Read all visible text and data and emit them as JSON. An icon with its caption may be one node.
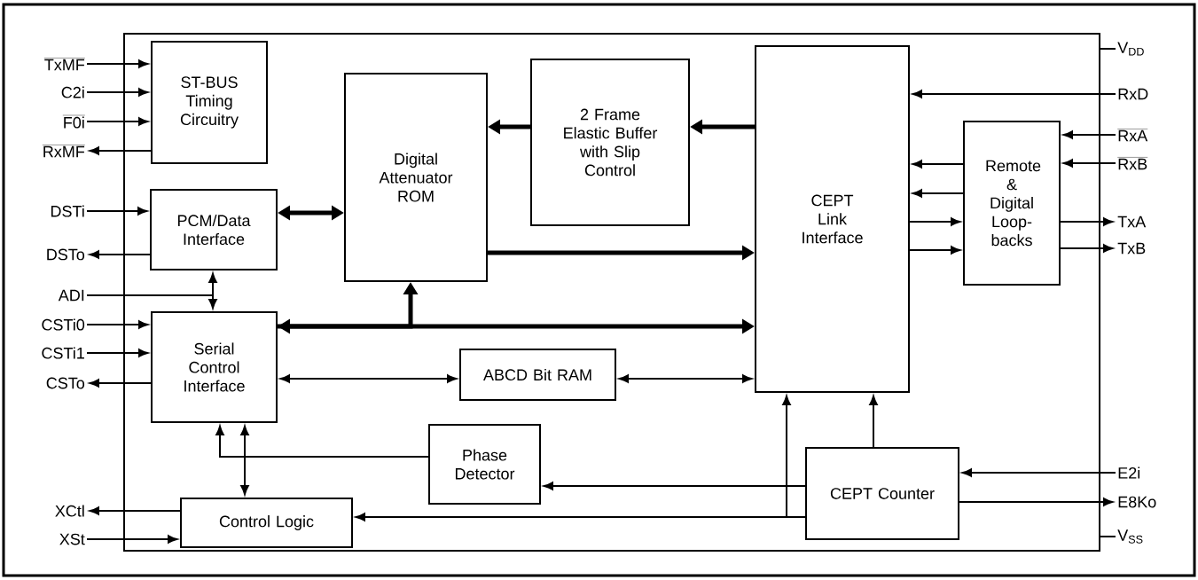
{
  "diagram": {
    "nodes": [
      {
        "text": [],
        "shape": "box"
      },
      {
        "text": [
          "ST-BUS Timing Circuitry"
        ],
        "in": 0
      },
      {
        "text": [
          "Digital Attenuator ROM"
        ],
        "in": 0
      },
      {
        "text": [
          "2 Frame Elastic Buffer with Slip Control"
        ],
        "in": 0
      },
      {
        "text": [
          "CEPT Link Interface"
        ],
        "in": 0
      },
      {
        "text": [
          "PCM/Data Interface"
        ],
        "in": 0
      },
      {
        "text": [
          "Remote & Digital Loop-backs"
        ],
        "in": 0
      },
      {
        "text": [
          "Serial Control Interface"
        ],
        "in": 0
      },
      {
        "text": [
          "ABCD Bit RAM"
        ],
        "in": 0
      },
      {
        "text": [
          "Phase Detector"
        ],
        "in": 0
      },
      {
        "text": [
          "CEPT Counter"
        ],
        "in": 0
      },
      {
        "text": [
          "Control Logic"
        ],
        "in": 0
      },
      {
        "text": [
          "TxMF"
        ]
      },
      {
        "text": [
          "C2i"
        ]
      },
      {
        "text": [
          "F0i"
        ]
      },
      {
        "text": [
          "RxMF"
        ]
      },
      {
        "text": [
          "DSTi"
        ]
      },
      {
        "text": [
          "DSTo"
        ]
      },
      {
        "text": [
          "ADI"
        ]
      },
      {
        "text": [
          "CSTi0"
        ]
      },
      {
        "text": [
          "CSTi1"
        ]
      },
      {
        "text": [
          "CSTo"
        ]
      },
      {
        "text": [
          "XCtl"
        ]
      },
      {
        "text": [
          "XSt"
        ]
      },
      {
        "text": [
          "V$_{DD}$"
        ]
      },
      {
        "text": [
          "RxD"
        ]
      },
      {
        "text": [
          "RxA"
        ]
      },
      {
        "text": [
          "RxB"
        ]
      },
      {
        "text": [
          "TxA"
        ]
      },
      {
        "text": [
          "TxB"
        ]
      },
      {
        "text": [
          "E2i"
        ]
      },
      {
        "text": [
          "E8Ko"
        ]
      },
      {
        "text": [
          "V$_{SS}$"
        ]
      }
    ],
    "edges": [
      {
        "from": 12,
        "to": 1,
        "arrow": "to"
      },
      {
        "from": 13,
        "to": 1,
        "arrow": "to"
      },
      {
        "from": 14,
        "to": 1,
        "arrow": "to"
      },
      {
        "from": 1,
        "to": 15,
        "arrow": "to"
      },
      {
        "from": 16,
        "to": 5,
        "arrow": "to"
      },
      {
        "from": 5,
        "to": 17,
        "arrow": "to"
      },
      {
        "from": 5,
        "to": 2,
        "arrow": "both",
        "style": "thick"
      },
      {
        "from": 3,
        "to": 2,
        "arrow": "to",
        "style": "thick"
      },
      {
        "from": 4,
        "to": 3,
        "arrow": "to",
        "style": "thick"
      },
      {
        "from": 2,
        "to": 4,
        "arrow": "to",
        "style": "thick"
      },
      {
        "from": 7,
        "to": 4,
        "arrow": "both",
        "style": "thick"
      },
      {
        "from": 7,
        "to": 2,
        "arrow": "to",
        "style": "thick"
      },
      {
        "from": 18,
        "to": 5,
        "arrow": "to"
      },
      {
        "from": 18,
        "to": 7,
        "arrow": "to"
      },
      {
        "from": 19,
        "to": 7,
        "arrow": "to"
      },
      {
        "from": 20,
        "to": 7,
        "arrow": "to"
      },
      {
        "from": 7,
        "to": 21,
        "arrow": "to"
      },
      {
        "from": 7,
        "to": 8,
        "arrow": "both"
      },
      {
        "from": 8,
        "to": 4,
        "arrow": "both"
      },
      {
        "from": 25,
        "to": 4,
        "arrow": "to"
      },
      {
        "from": 6,
        "to": 4,
        "arrow": "to"
      },
      {
        "from": 6,
        "to": 4,
        "arrow": "to"
      },
      {
        "from": 4,
        "to": 6,
        "arrow": "to"
      },
      {
        "from": 4,
        "to": 6,
        "arrow": "to"
      },
      {
        "from": 26,
        "to": 6,
        "arrow": "to"
      },
      {
        "from": 27,
        "to": 6,
        "arrow": "to"
      },
      {
        "from": 6,
        "to": 28,
        "arrow": "to"
      },
      {
        "from": 6,
        "to": 29,
        "arrow": "to"
      },
      {
        "from": 0,
        "to": 24,
        "arrow": "none"
      },
      {
        "from": 30,
        "to": 10,
        "arrow": "to"
      },
      {
        "from": 10,
        "to": 31,
        "arrow": "to"
      },
      {
        "from": 0,
        "to": 32,
        "arrow": "none"
      },
      {
        "from": 10,
        "to": 9,
        "arrow": "to"
      },
      {
        "from": 10,
        "to": 11,
        "arrow": "to"
      },
      {
        "from": 10,
        "to": 4,
        "arrow": "to"
      },
      {
        "from": 10,
        "to": 4,
        "arrow": "to"
      },
      {
        "from": 9,
        "to": 7,
        "arrow": "to"
      },
      {
        "from": 7,
        "to": 11,
        "arrow": "both"
      },
      {
        "from": 11,
        "to": 22,
        "arrow": "to"
      },
      {
        "from": 23,
        "to": 11,
        "arrow": "to"
      }
    ]
  }
}
